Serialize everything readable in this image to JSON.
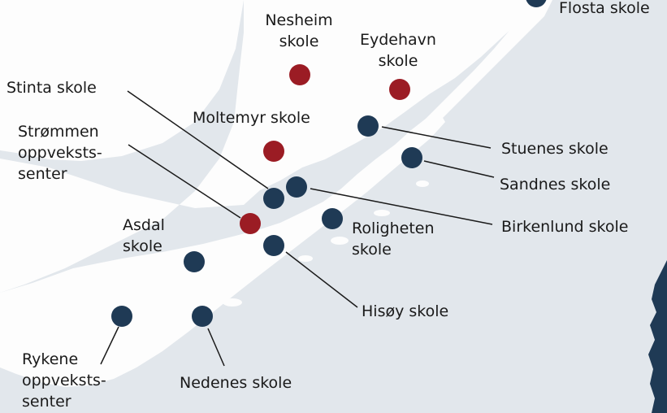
{
  "colors": {
    "water": "#e2e7ec",
    "land": "#fdfdfd",
    "school_blue": "#1f3a55",
    "school_red": "#9b1c24",
    "leader_line": "#1a1a1a",
    "label_text": "#1a1a1a",
    "norway_inset": "#1f3a55"
  },
  "labels": {
    "flosta": "Flosta skole",
    "nesheim": "Nesheim\nskole",
    "eydehavn": "Eydehavn\nskole",
    "stinta": "Stinta skole",
    "moltemyr": "Moltemyr skole",
    "strommen": "Strømmen\noppveksts-\nsenter",
    "stuenes": "Stuenes skole",
    "sandnes": "Sandnes skole",
    "asdal": "Asdal\nskole",
    "rolighetens": "Roligheten\nskole",
    "birkenlund": "Birkenlund skole",
    "hisoy": "Hisøy skole",
    "rykene": "Rykene\noppveksts-\nsenter",
    "nedenes": "Nedenes skole"
  },
  "legend_colors_meaning": {
    "blue": "school",
    "red": "school (highlighted)"
  }
}
